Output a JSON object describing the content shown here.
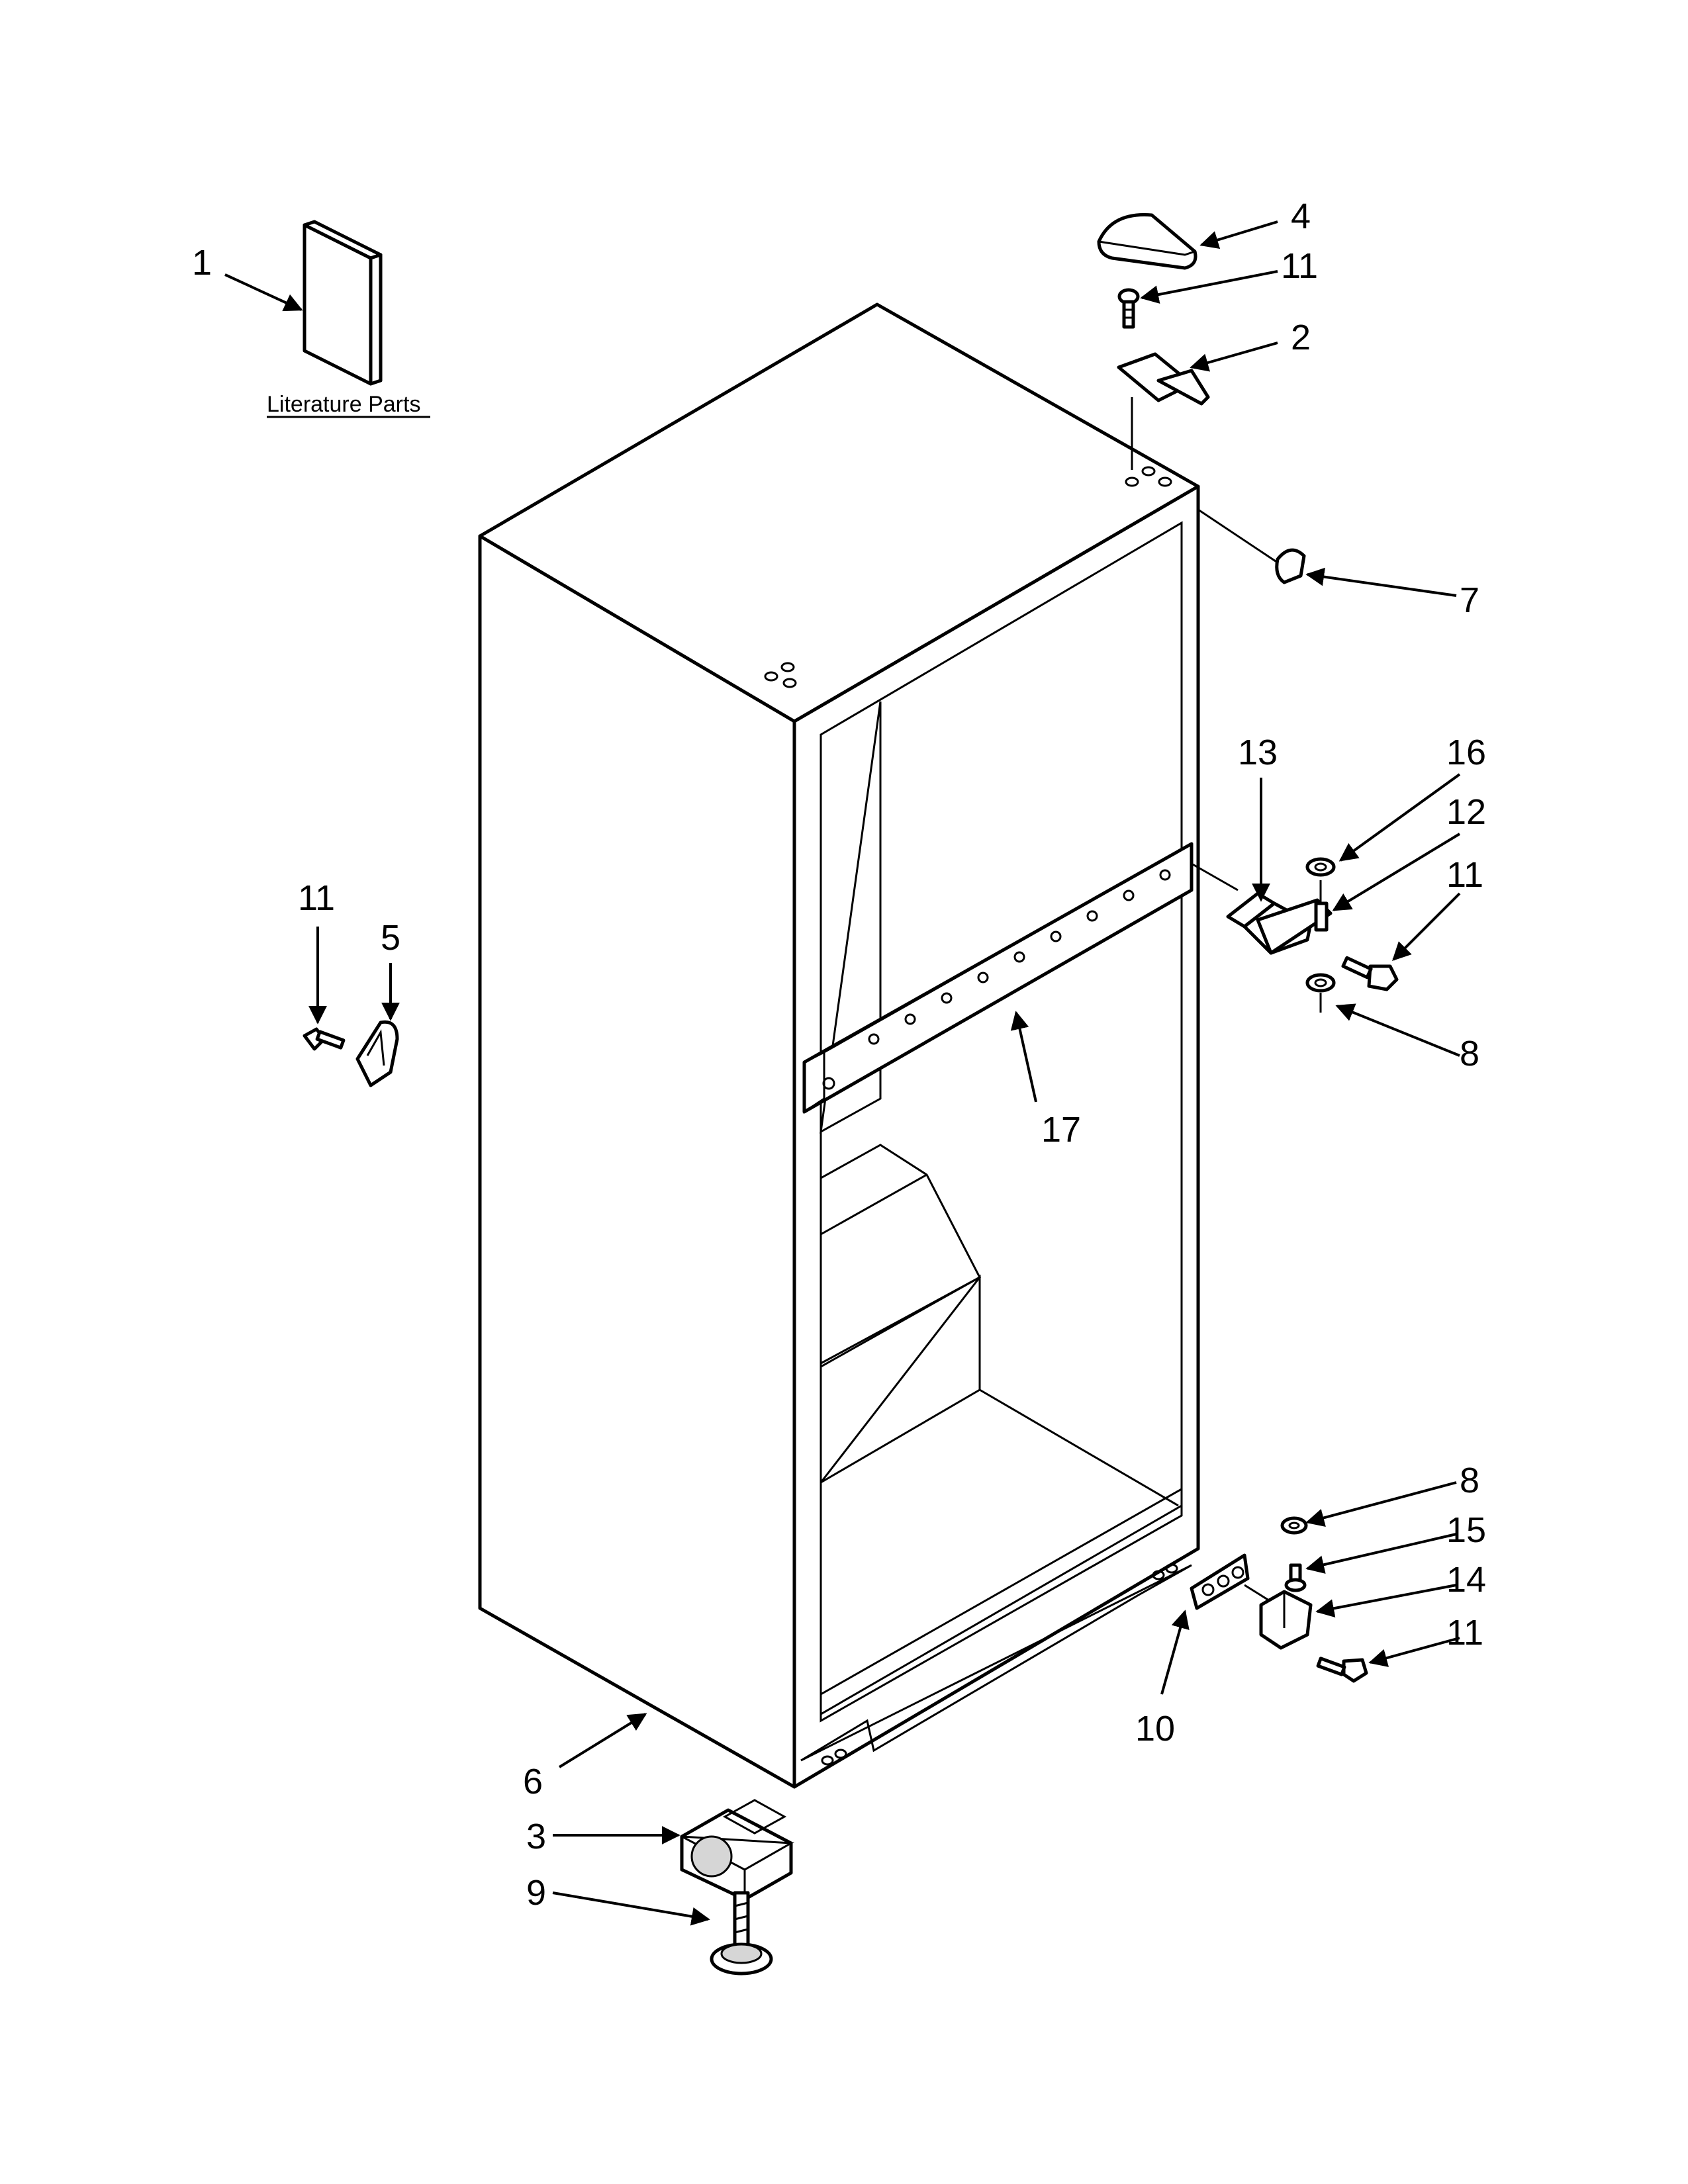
{
  "literature_label": "Literature Parts",
  "callouts": {
    "c1": "1",
    "c2": "2",
    "c3": "3",
    "c4": "4",
    "c5": "5",
    "c6": "6",
    "c7": "7",
    "c8a": "8",
    "c8b": "8",
    "c9": "9",
    "c10": "10",
    "c11a": "11",
    "c11b": "11",
    "c11c": "11",
    "c11d": "11",
    "c12": "12",
    "c13": "13",
    "c14": "14",
    "c15": "15",
    "c16": "16",
    "c17": "17"
  }
}
